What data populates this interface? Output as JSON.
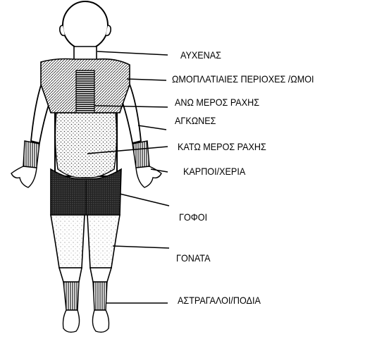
{
  "labels": {
    "neck": "ΑΥΧΕΝΑΣ",
    "shoulders": "ΩΜΟΠΛΑΤΙΑΙΕΣ ΠΕΡΙΟΧΕΣ /ΩΜΟΙ",
    "upper_back": "ΑΝΩ ΜΕΡΟΣ ΡΑΧΗΣ",
    "elbows": "ΑΓΚΩΝΕΣ",
    "lower_back": "ΚΑΤΩ ΜΕΡΟΣ ΡΑΧΗΣ",
    "wrists_hands": "ΚΑΡΠΟΙ/ΧΕΡΙΑ",
    "hips": "ΓΟΦΟΙ",
    "knees": "ΓΟΝΑΤΑ",
    "ankles_feet": "ΑΣΤΡΑΓΑΛΟΙ/ΠΟΔΙΑ"
  }
}
